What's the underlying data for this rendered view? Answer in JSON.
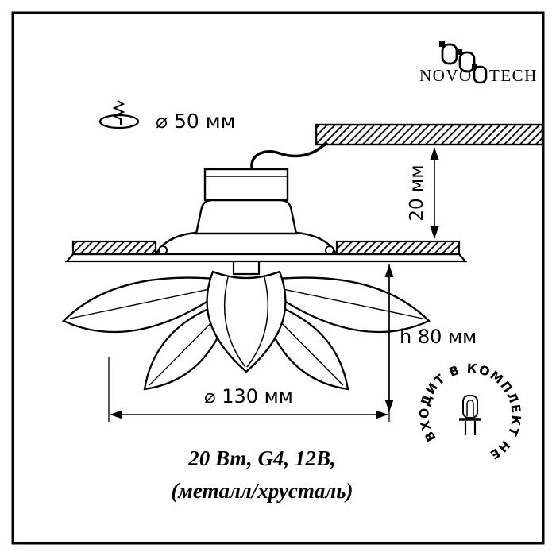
{
  "page": {
    "paper": "#ffffff",
    "ink": "#000000"
  },
  "logo": {
    "word_left": "NOVO",
    "word_right": "TECH"
  },
  "cutout": {
    "label": "⌀ 50 мм"
  },
  "dimensions": {
    "recess_depth_label": "20 мм",
    "height_label": "h 80 мм",
    "diameter_label": "⌀ 130 мм"
  },
  "specs": {
    "line1": "20 Вт, G4, 12В,",
    "line2": "(металл/хрусталь)"
  },
  "stamp": {
    "circle_text": "ВХОДИТ В КОМПЛЕКТ НЕ"
  }
}
